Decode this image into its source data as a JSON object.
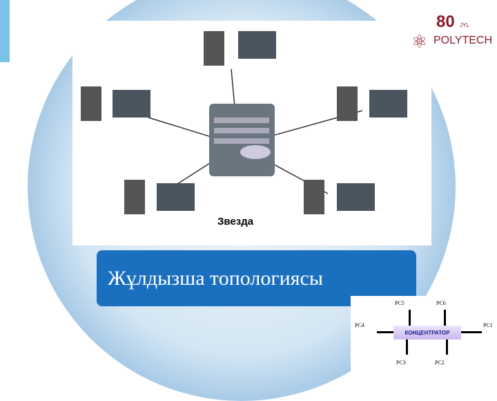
{
  "slide": {
    "title": "Жұлдызша топологиясы"
  },
  "picture": {
    "caption": "Звезда"
  },
  "logo": {
    "number": "80",
    "subtitle": "JYL",
    "name": "POLYTECH"
  },
  "diagram": {
    "hub": "КОНЦЕНТРАТОР",
    "nodes": [
      "PC5",
      "PC6",
      "PC4",
      "PC1",
      "PC3",
      "PC2"
    ]
  },
  "colors": {
    "title_bg": "#1a6fbf",
    "logo": "#8c1a2e"
  }
}
